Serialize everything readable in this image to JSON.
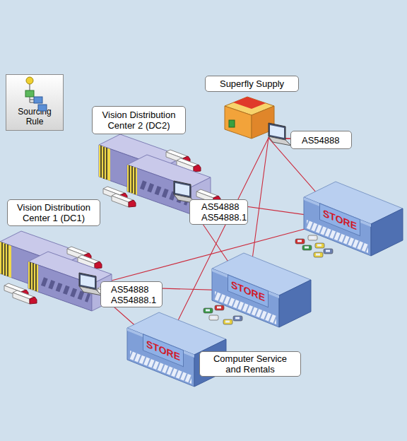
{
  "diagram": {
    "nodes": [
      {
        "text": [
          "Sourcing Rule"
        ]
      },
      {
        "text": [
          "Superfly Supply"
        ]
      },
      {
        "text": [
          "Vision Distribution Center 2 (DC2)"
        ]
      },
      {
        "text": [
          "AS54888"
        ]
      },
      {
        "text": [
          "AS54888",
          "AS54888.1"
        ]
      },
      {
        "text": [
          "STORE"
        ]
      },
      {
        "text": [
          "Vision Distribution Center 1 (DC1)"
        ]
      },
      {
        "text": [
          "AS54888",
          "AS54888.1"
        ]
      },
      {
        "text": [
          "STORE"
        ]
      },
      {
        "text": [
          "STORE"
        ]
      },
      {
        "text": [
          "Computer Service and Rentals"
        ]
      }
    ],
    "edges": [
      {
        "from": 3,
        "to": 5,
        "arrow": "none"
      },
      {
        "from": 3,
        "to": 8,
        "arrow": "none"
      },
      {
        "from": 3,
        "to": 9,
        "arrow": "none"
      },
      {
        "from": 4,
        "to": 5,
        "arrow": "none"
      },
      {
        "from": 4,
        "to": 8,
        "arrow": "none"
      },
      {
        "from": 7,
        "to": 5,
        "arrow": "none"
      },
      {
        "from": 7,
        "to": 8,
        "arrow": "none"
      },
      {
        "from": 7,
        "to": 9,
        "arrow": "none"
      }
    ]
  }
}
